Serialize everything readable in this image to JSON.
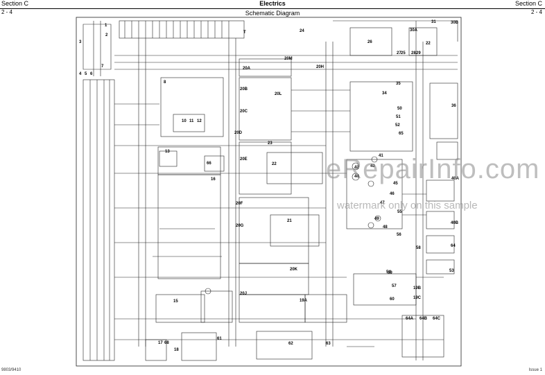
{
  "header": {
    "section_left": "Section C",
    "title": "Electrics",
    "section_right": "Section C",
    "page_left": "2 - 4",
    "page_right": "2 - 4",
    "subtitle": "Schematic Diagram"
  },
  "footer": {
    "left": "9803/9410",
    "right": "Issue 1"
  },
  "watermark": {
    "line1": "eRepairInfo.com",
    "line2": "watermark only on this sample"
  },
  "component_labels": [
    "1",
    "2",
    "3",
    "4",
    "5",
    "6",
    "7",
    "8",
    "10",
    "11",
    "12",
    "13",
    "15",
    "16",
    "17",
    "18",
    "20A",
    "20B",
    "20C",
    "20D",
    "20E",
    "20F",
    "20G",
    "20H",
    "20J",
    "20K",
    "20L",
    "20M",
    "21",
    "22",
    "23",
    "24",
    "25",
    "26",
    "27",
    "28",
    "29",
    "30A",
    "30B",
    "31",
    "34",
    "35",
    "36",
    "40A",
    "40B",
    "41",
    "42",
    "43",
    "44",
    "45",
    "46",
    "47",
    "48",
    "49",
    "50",
    "51",
    "52",
    "53",
    "54",
    "55",
    "56",
    "57",
    "58",
    "59",
    "60",
    "61",
    "62",
    "63",
    "64",
    "64A",
    "64B",
    "64C",
    "65",
    "66",
    "19A",
    "19B",
    "19C",
    "T"
  ]
}
